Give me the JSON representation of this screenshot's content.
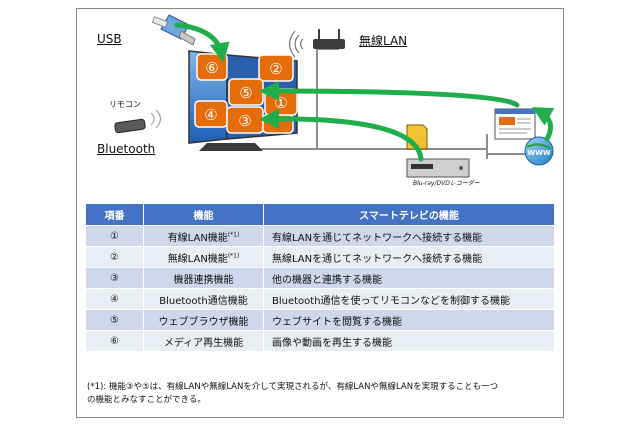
{
  "diagram": {
    "labels": {
      "usb": "USB",
      "wireless_lan": "無線LAN",
      "remote": "リモコン",
      "bluetooth": "Bluetooth",
      "recorder": "Blu-ray/DVDレコーダー"
    },
    "tiles": [
      "⑥",
      "②",
      "⑤",
      "①",
      "④",
      "③"
    ],
    "www": "WWW"
  },
  "table": {
    "headers": [
      "項番",
      "機能",
      "スマートテレビの機能"
    ],
    "rows": [
      {
        "num": "①",
        "name": "有線LAN機能",
        "sup": "(*1)",
        "desc": "有線LANを通じてネットワークへ接続する機能"
      },
      {
        "num": "②",
        "name": "無線LAN機能",
        "sup": "(*1)",
        "desc": "無線LANを通じてネットワークへ接続する機能"
      },
      {
        "num": "③",
        "name": "機器連携機能",
        "sup": "",
        "desc": "他の機器と連携する機能"
      },
      {
        "num": "④",
        "name": "Bluetooth通信機能",
        "sup": "",
        "desc": "Bluetooth通信を使ってリモコンなどを制御する機能"
      },
      {
        "num": "⑤",
        "name": "ウェブブラウザ機能",
        "sup": "",
        "desc": "ウェブサイトを閲覧する機能"
      },
      {
        "num": "⑥",
        "name": "メディア再生機能",
        "sup": "",
        "desc": "画像や動画を再生する機能"
      }
    ]
  },
  "note": {
    "line1": "(*1): 機能③や⑤は、有線LANや無線LANを介して実現されるが、有線LANや無線LANを実現することも一つ",
    "line2": "の機能とみなすことができる。"
  },
  "colors": {
    "header_blue": "#4472c4",
    "row_blue": "#cfd7ea",
    "row_light": "#e9edf4",
    "tile_orange": "#e46c0a",
    "arrow_green": "#1fae4b",
    "tv_blue": "#2e6fc4"
  }
}
